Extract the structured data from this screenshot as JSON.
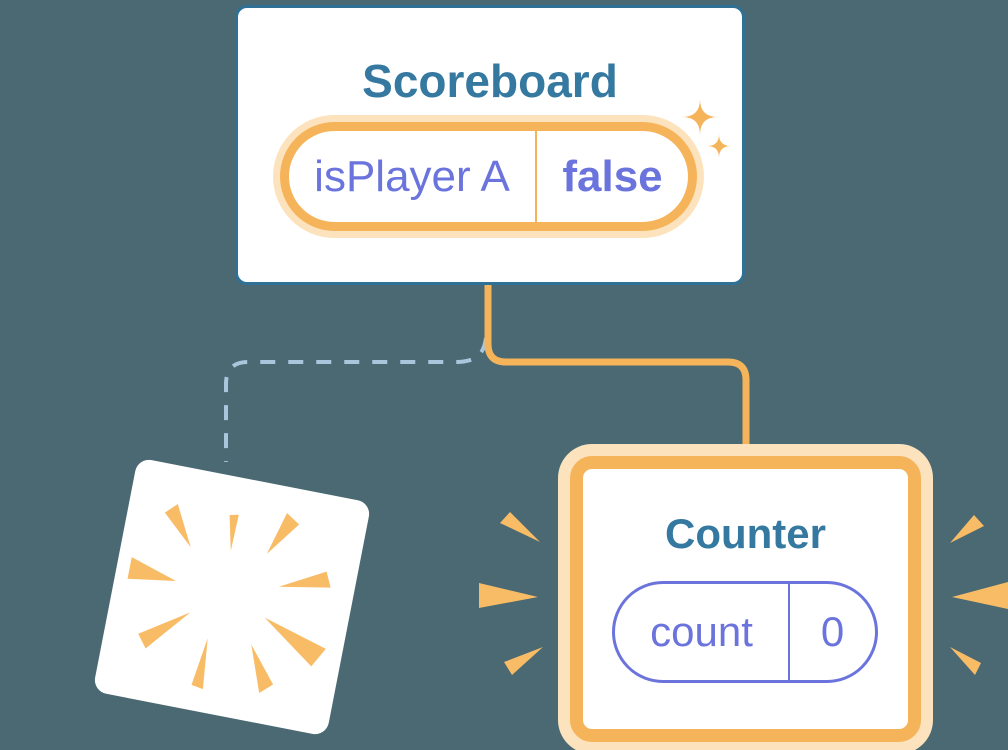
{
  "colors": {
    "bg": "#4a6972",
    "card-bg": "#ffffff",
    "card-border": "#2e7096",
    "title": "#3578a0",
    "purple": "#6b74dd",
    "orange": "#f6b45a",
    "halo": "#fce3bd",
    "burst": "#f8bc66",
    "dash": "#a9c6dd"
  },
  "scoreboard": {
    "title": "Scoreboard",
    "state_name": "isPlayer A",
    "state_value": "false"
  },
  "counter": {
    "title": "Counter",
    "state_name": "count",
    "state_value": "0"
  },
  "icons": {
    "sparkle": "four-point star sparkle (orange)",
    "poof": "starburst poof rays on tilted card",
    "emphasis": "wedge emphasis marks around counter card"
  }
}
